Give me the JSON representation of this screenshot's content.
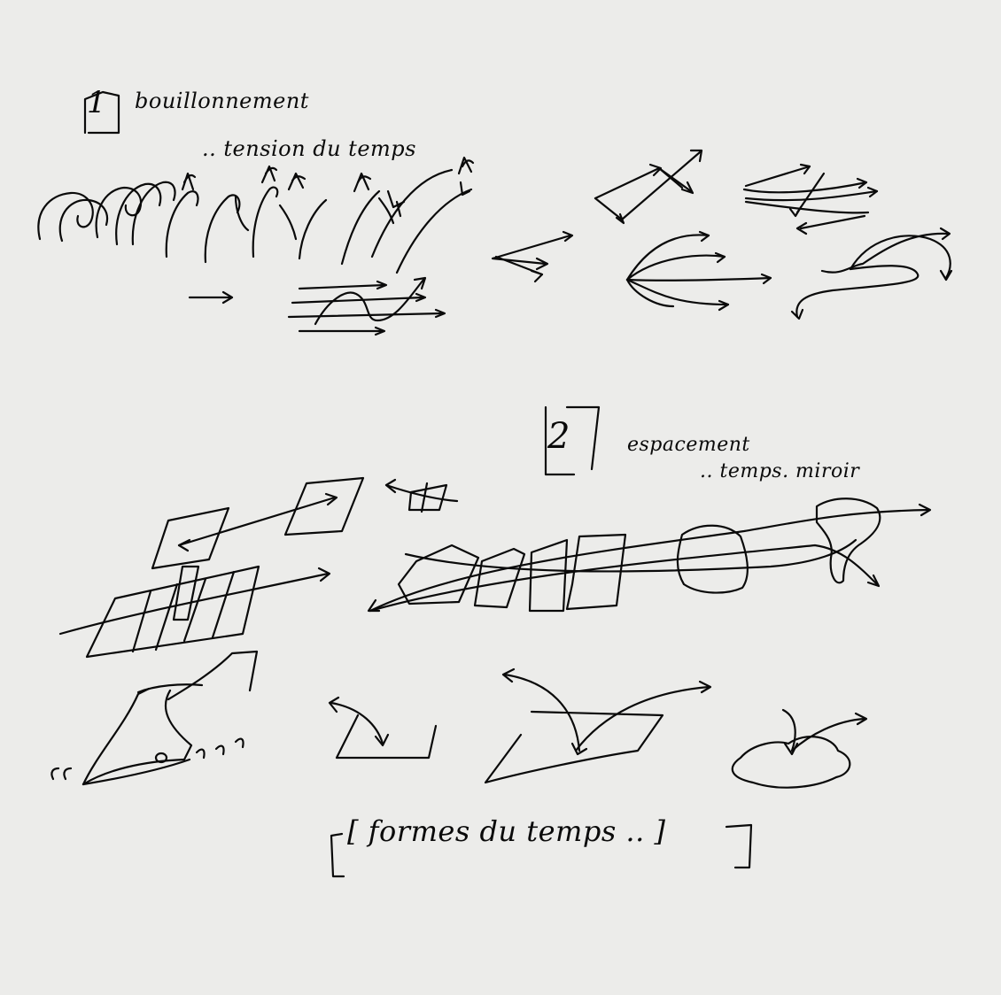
{
  "section1": {
    "number": "1",
    "title": "bouillonnement",
    "subtitle": ".. tension du temps"
  },
  "section2": {
    "number": "2",
    "title": "espacement",
    "subtitle": ".. temps. miroir"
  },
  "caption": "[ formes du temps .. ]"
}
